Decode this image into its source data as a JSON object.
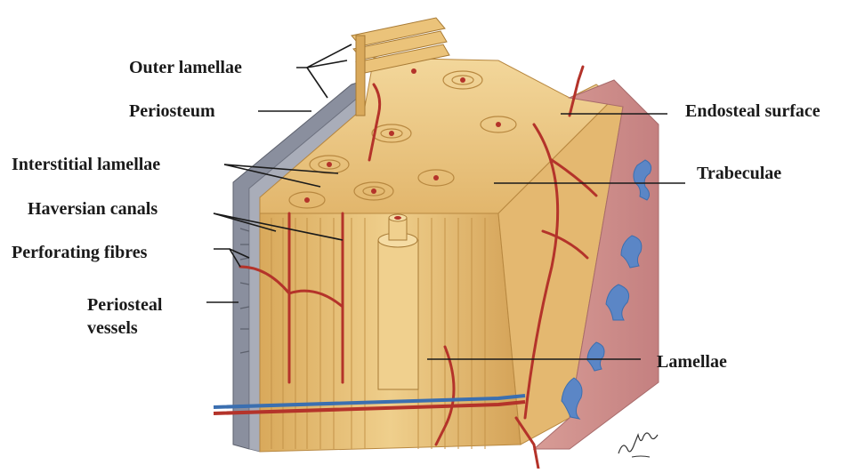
{
  "labels": {
    "outer_lamellae": "Outer lamellae",
    "periosteum": "Periosteum",
    "interstitial_lamellae": "Interstitial lamellae",
    "haversian_canals": "Haversian canals",
    "perforating_fibres": "Perforating fibres",
    "periosteal_vessels_line1": "Periosteal",
    "periosteal_vessels_line2": "vessels",
    "endosteal_surface": "Endosteal surface",
    "trabeculae": "Trabeculae",
    "lamellae": "Lamellae"
  },
  "signature": "F. Netter M.D.",
  "colors": {
    "bone": "#e8c27a",
    "bone_dark": "#c9974a",
    "periosteum": "#8a8f9e",
    "artery": "#b4332a",
    "vein": "#3b6fb0",
    "marrow": "#c98a8a"
  }
}
